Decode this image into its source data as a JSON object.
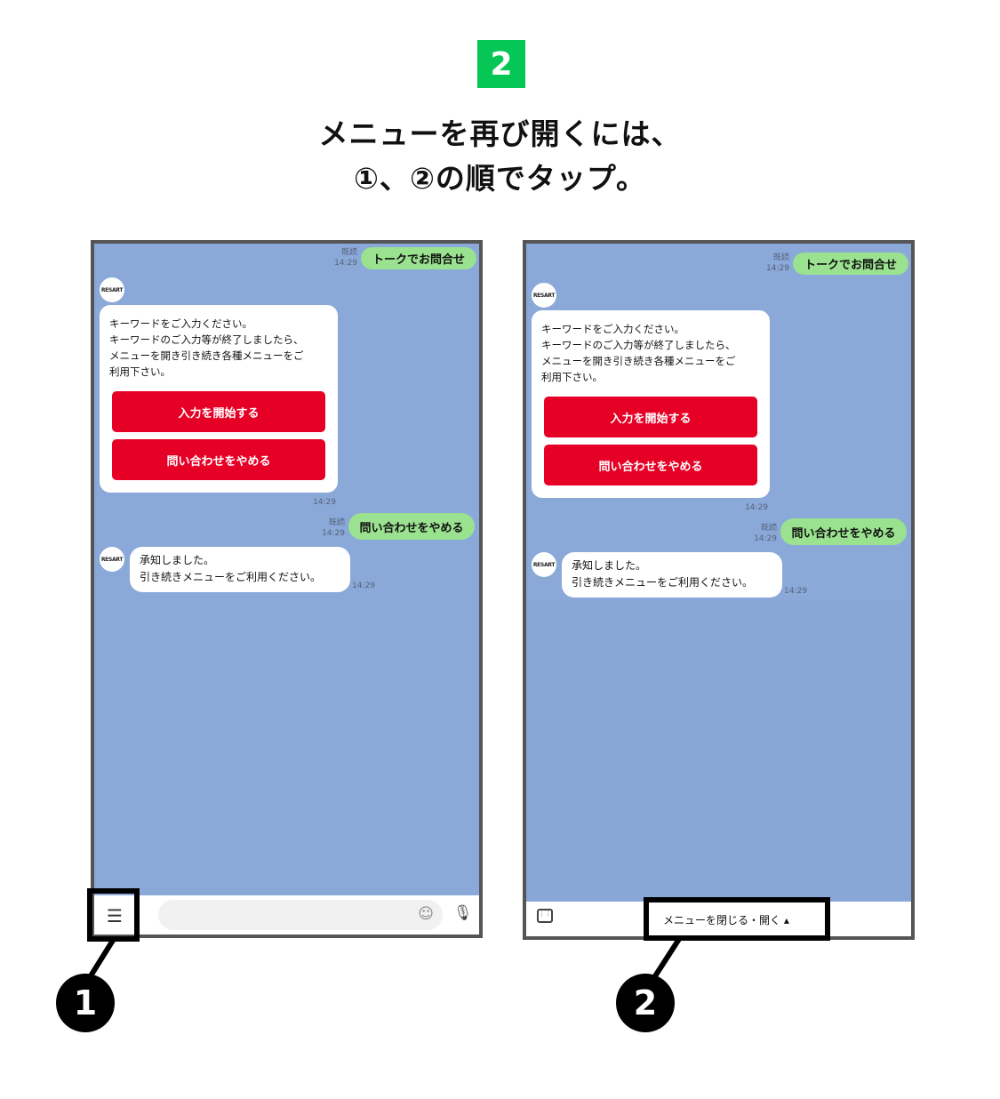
{
  "step_number": "2",
  "title_lines": [
    "メニューを再び開くには、",
    "①、②の順でタップ。"
  ],
  "chat": {
    "read_label": "既読",
    "time": "14:29",
    "sent_1": "トークでお問合せ",
    "avatar_logo": "RESART",
    "card_text": "キーワードをご入力ください。\nキーワードのご入力等が終了しましたら、\nメニューを開き引き続き各種メニューをご\n利用下さい。",
    "btn_start": "入力を開始する",
    "btn_stop": "問い合わせをやめる",
    "sent_2": "問い合わせをやめる",
    "reply": "承知しました。\n引き続きメニューをご利用ください。"
  },
  "menu_toggle_label": "メニューを閉じる・開く ▴",
  "callouts": [
    "1",
    "2"
  ],
  "colors": {
    "step_badge": "#06c755",
    "chat_bg": "#8aa9d8",
    "sent_bubble": "#9ae28f",
    "action_button": "#e60026"
  }
}
